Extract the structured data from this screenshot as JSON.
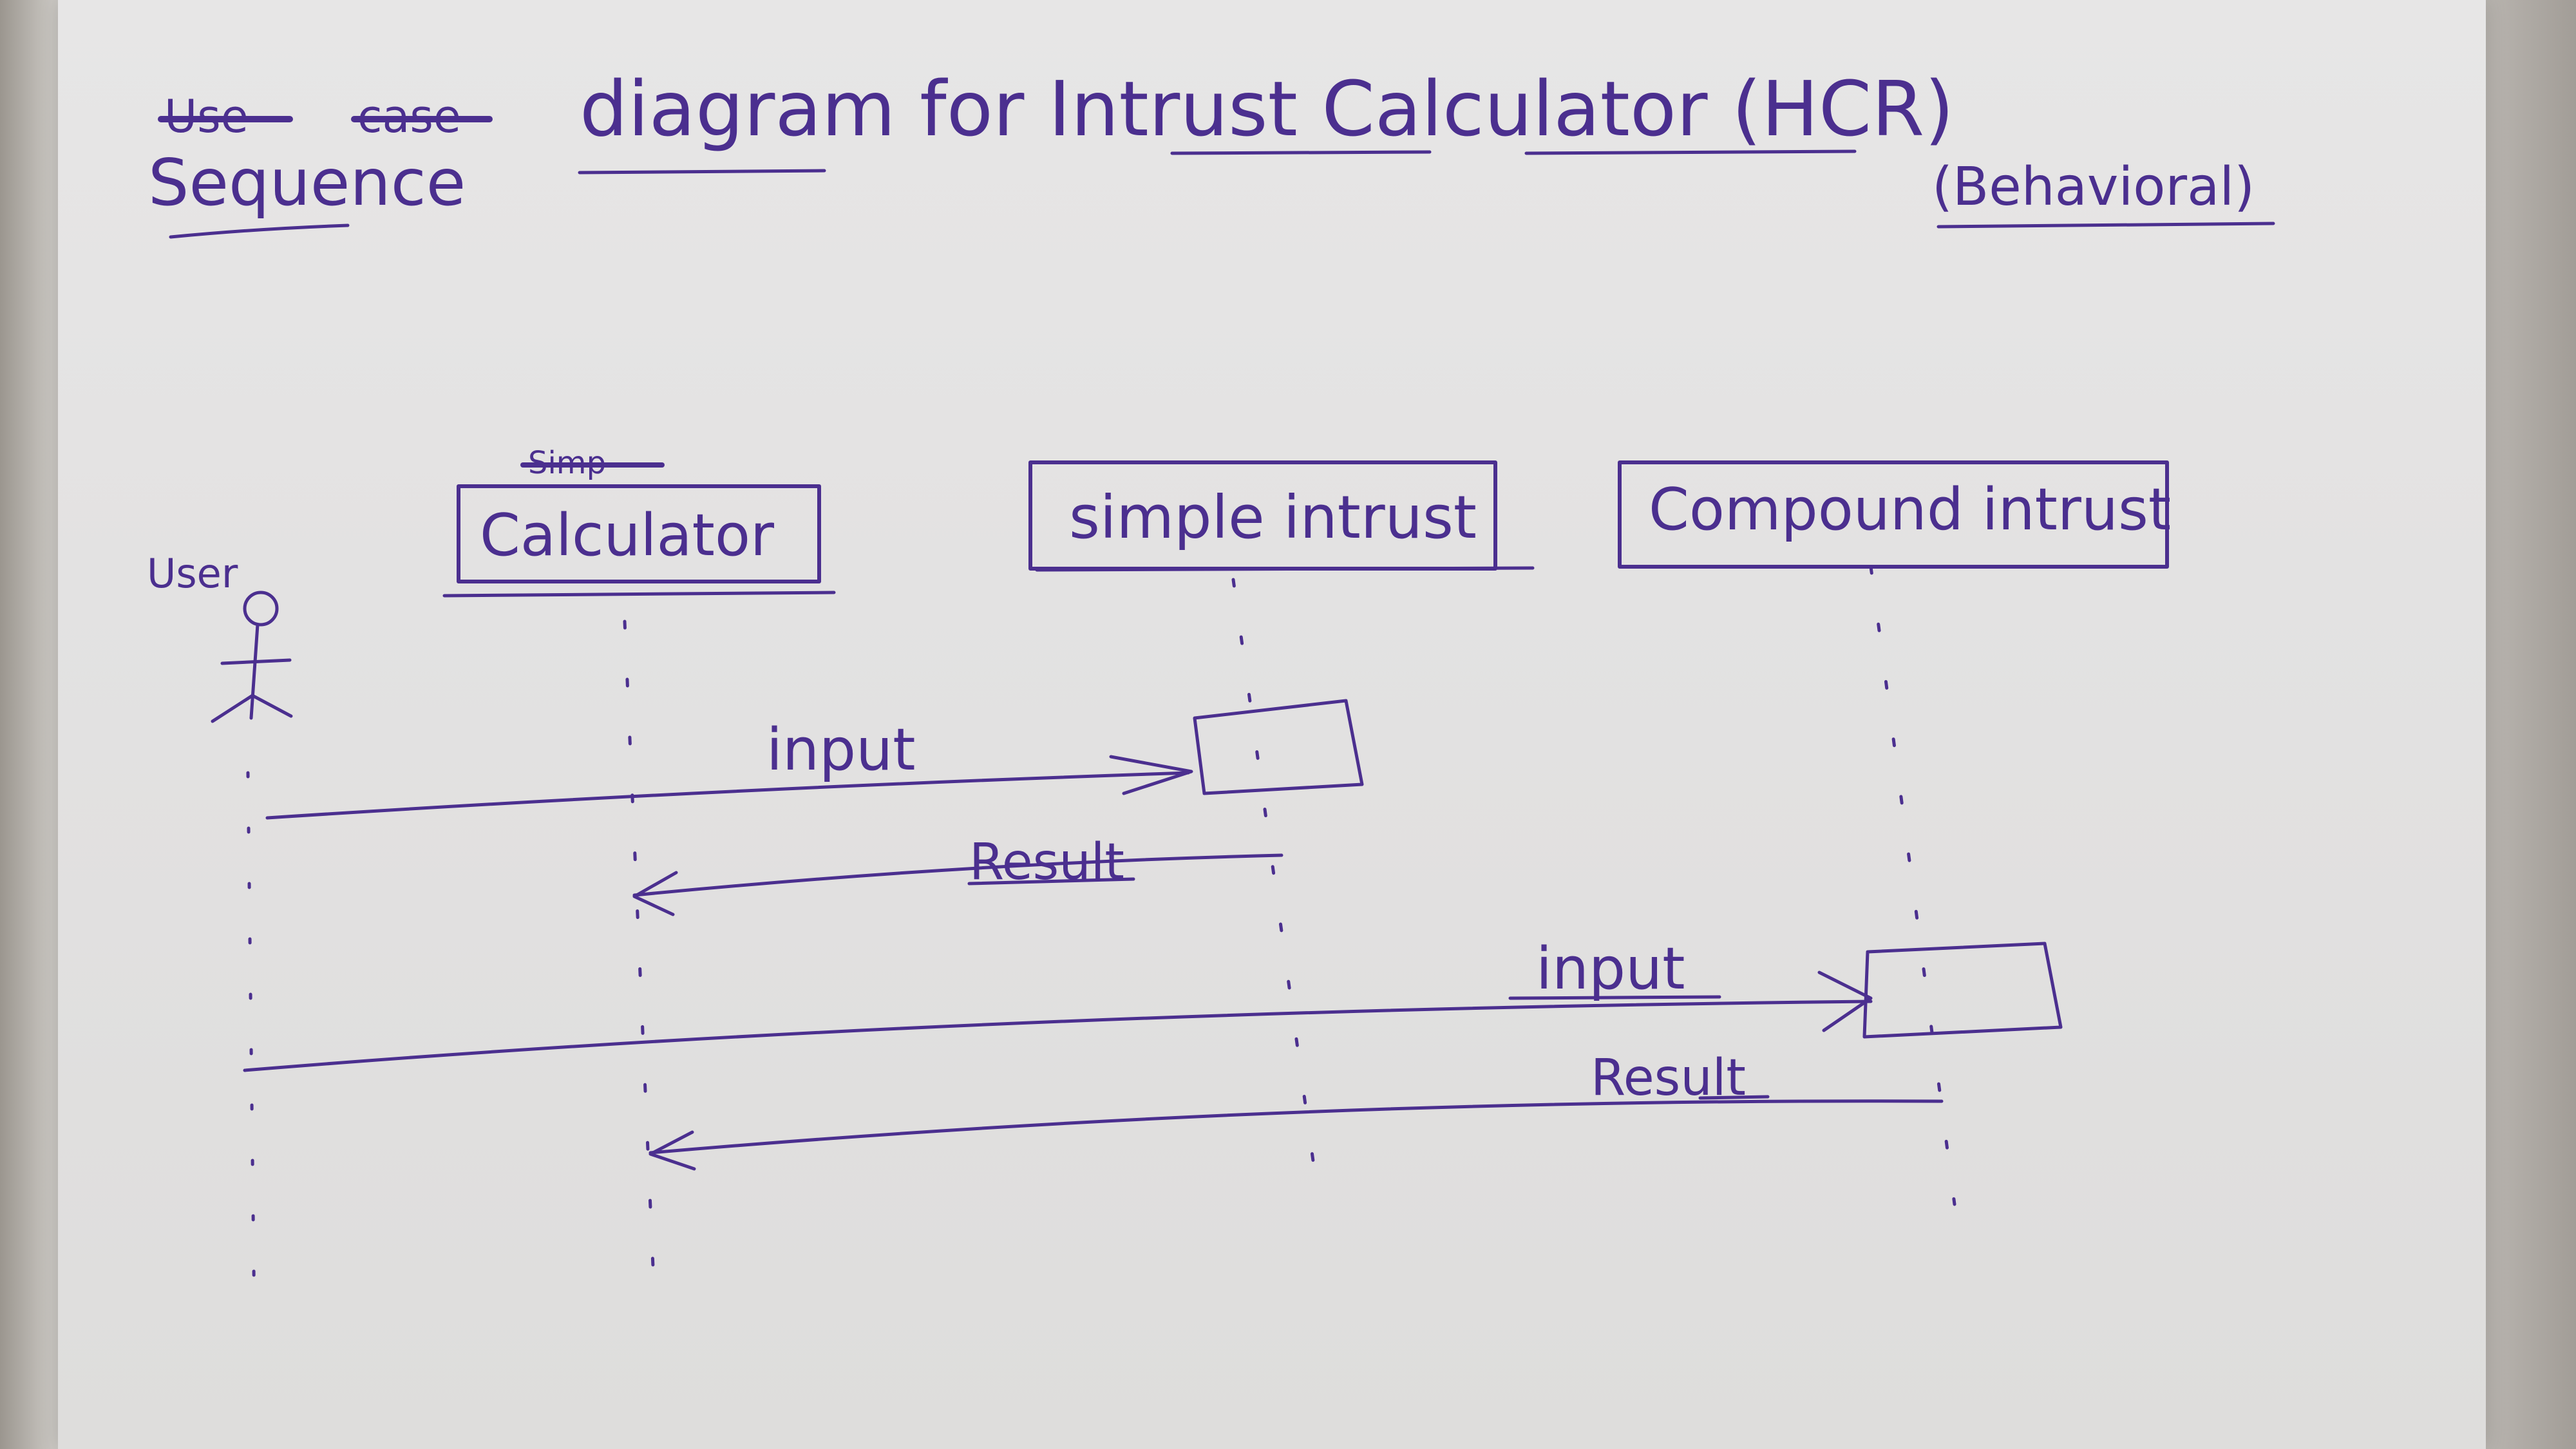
{
  "title": {
    "struck_words": [
      "Use",
      "case"
    ],
    "line1": "diagram for Intrust Calculator (HCR)",
    "line2": "Sequence",
    "subtitle": "(Behavioral)"
  },
  "actor": {
    "label": "User"
  },
  "lifelines": [
    {
      "id": "calculator",
      "label": "Calculator",
      "struck_label": "Simp"
    },
    {
      "id": "simple",
      "label": "simple intrust"
    },
    {
      "id": "compound",
      "label": "Compound intrust"
    }
  ],
  "messages": [
    {
      "from": "user",
      "to": "simple",
      "label": "input"
    },
    {
      "from": "simple",
      "to": "calculator",
      "label": "Result"
    },
    {
      "from": "user",
      "to": "compound",
      "label": "input"
    },
    {
      "from": "compound",
      "to": "calculator",
      "label": "Result"
    }
  ],
  "colors": {
    "ink": "#4b2f8f",
    "paper": "#e4e3e3"
  }
}
